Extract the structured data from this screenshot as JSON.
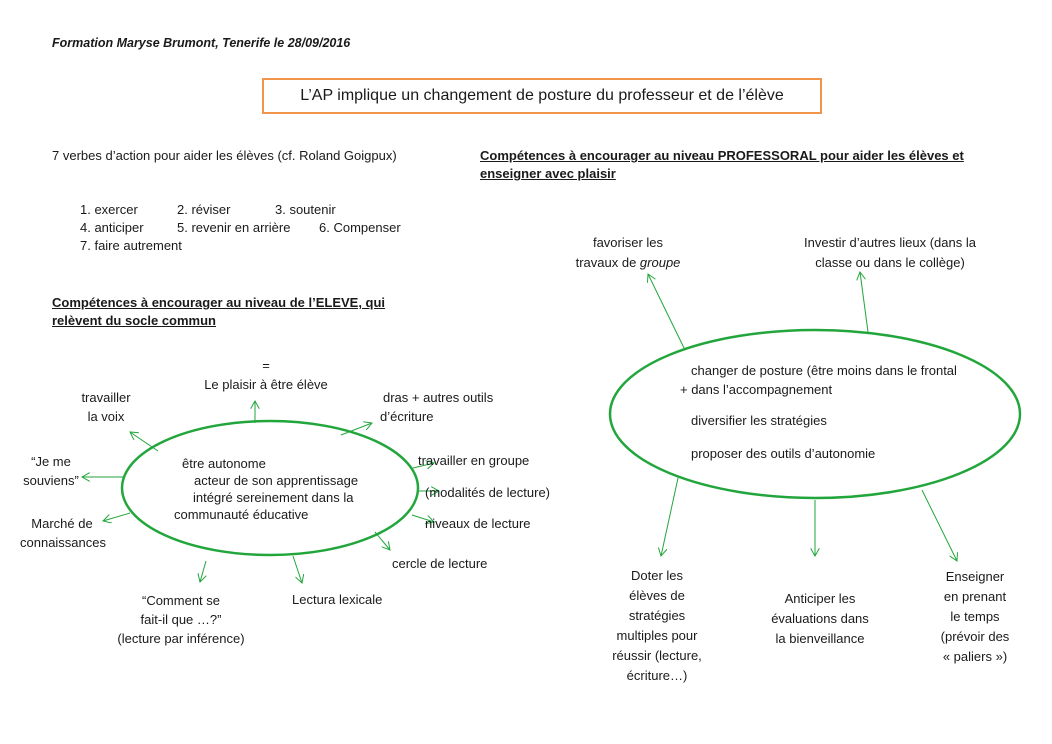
{
  "header": "Formation Maryse Brumont, Tenerife le 28/09/2016",
  "title": "L’AP implique un changement de posture du professeur et de l’élève",
  "verbs_intro": "7 verbes d’action pour aider les élèves (cf. Roland Goigpux)",
  "verbs": {
    "v1": "1.  exercer",
    "v2": "2. réviser",
    "v3": "3. soutenir",
    "v4": "4. anticiper",
    "v5": "5. revenir en arrière",
    "v6": "6. Compenser",
    "v7": "7. faire autrement"
  },
  "eleve": {
    "heading_line1": "Compétences à encourager au niveau de l’ELEVE, qui",
    "heading_line2": "relèvent du socle commun",
    "center_line1": "être autonome",
    "center_line2": "acteur de son apprentissage",
    "center_line3": "intégré sereinement dans la",
    "center_line4": "communauté éducative",
    "plaisir_eq": "=",
    "plaisir": "Le plaisir à être élève",
    "voix_1": "travailler",
    "voix_2": "la voix",
    "dras_1": "dras + autres outils",
    "dras_2": "d’écriture",
    "groupe": "travailler en groupe",
    "modalites": "(modalités de lecture)",
    "niveaux": "niveaux de lecture",
    "cercle": "cercle de lecture",
    "lexicale": "Lectura lexicale",
    "comment_1": "“Comment se",
    "comment_2": "fait-il que …?”",
    "comment_3": "(lecture par inférence)",
    "marche_1": "Marché de",
    "marche_2": "connaissances",
    "souviens_1": "“Je me",
    "souviens_2": "souviens”"
  },
  "prof": {
    "heading_line1": "Compétences à encourager au niveau PROFESSORAL pour aider les élèves et",
    "heading_line2": "enseigner avec plaisir",
    "center_line1": "changer de posture (être moins dans le frontal",
    "center_line2": "+ dans l’accompagnement",
    "center_line3": "diversifier les stratégies",
    "center_line4": "proposer des outils d’autonomie",
    "travaux_1": "favoriser les",
    "travaux_2": "travaux de ",
    "travaux_2_em": "groupe",
    "lieux_1": "Investir d’autres lieux (dans la",
    "lieux_2": "classe ou dans le collège)",
    "doter_1": "Doter les",
    "doter_2": "élèves de",
    "doter_3": "stratégies",
    "doter_4": "multiples pour",
    "doter_5": "réussir (lecture,",
    "doter_6": "écriture…)",
    "anticiper_1": "Anticiper les",
    "anticiper_2": "évaluations dans",
    "anticiper_3": "la bienveillance",
    "enseigner_1": "Enseigner",
    "enseigner_2": "en prenant",
    "enseigner_3": "le temps",
    "enseigner_4": "(prévoir des",
    "enseigner_5": "« paliers »)"
  },
  "colors": {
    "ellipse": "#22a63c",
    "title_border": "#f0954a"
  }
}
